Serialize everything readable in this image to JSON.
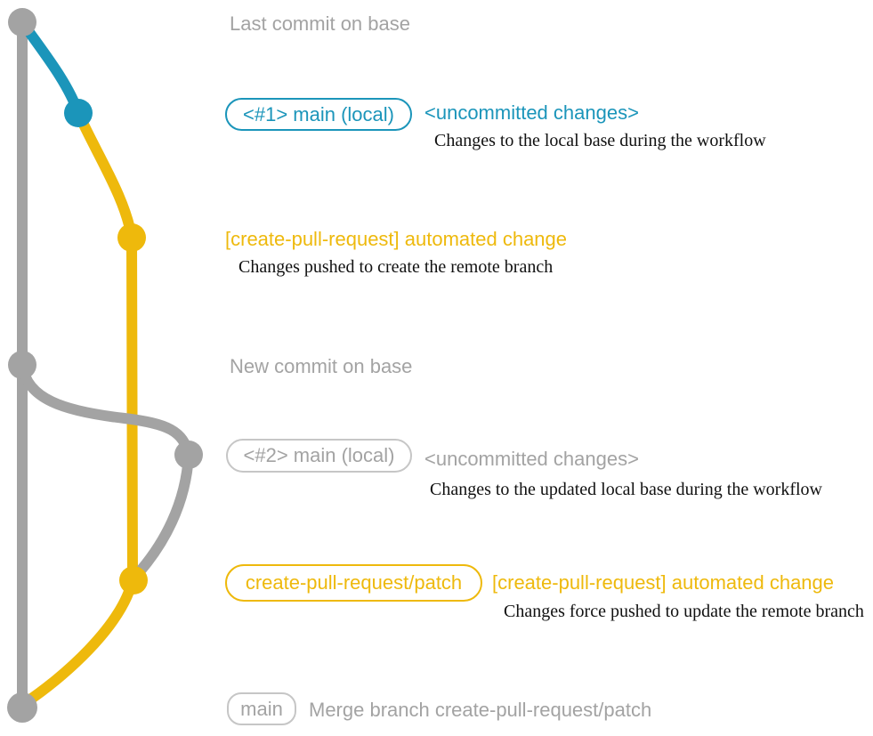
{
  "diagram": {
    "colors": {
      "teal": "#1b95ba",
      "yellow": "#eeb90c",
      "gray": "#a3a3a3"
    },
    "headings": {
      "last_commit": "Last commit on base",
      "new_commit": "New commit on base"
    },
    "rows": [
      {
        "badge": "<#1> main (local)",
        "title": "<uncommitted changes>",
        "description": "Changes to the local base during the workflow"
      },
      {
        "title": "[create-pull-request] automated change",
        "description": "Changes pushed to create the remote branch"
      },
      {
        "badge": "<#2> main (local)",
        "title": "<uncommitted changes>",
        "description": "Changes to the updated local base during the workflow"
      },
      {
        "badge": "create-pull-request/patch",
        "title": "[create-pull-request] automated change",
        "description": "Changes force pushed to update the remote branch"
      },
      {
        "badge": "main",
        "title": "Merge branch create-pull-request/patch"
      }
    ],
    "graph": {
      "branches": [
        {
          "name": "base",
          "color": "gray"
        },
        {
          "name": "main-local-uncommitted",
          "color": "teal"
        },
        {
          "name": "create-pull-request/patch",
          "color": "yellow"
        }
      ],
      "commits": [
        {
          "label": "Last commit on base",
          "branch": "base",
          "color": "gray"
        },
        {
          "label": "<#1> main (local) <uncommitted changes>",
          "branch": "main-local-uncommitted",
          "color": "teal"
        },
        {
          "label": "[create-pull-request] automated change",
          "branch": "create-pull-request/patch",
          "color": "yellow"
        },
        {
          "label": "New commit on base",
          "branch": "base",
          "color": "gray"
        },
        {
          "label": "<#2> main (local) <uncommitted changes>",
          "branch": "main-local-uncommitted",
          "color": "gray"
        },
        {
          "label": "[create-pull-request] automated change (force pushed)",
          "branch": "create-pull-request/patch",
          "color": "yellow"
        },
        {
          "label": "Merge branch create-pull-request/patch",
          "branch": "base",
          "color": "gray"
        }
      ]
    }
  }
}
